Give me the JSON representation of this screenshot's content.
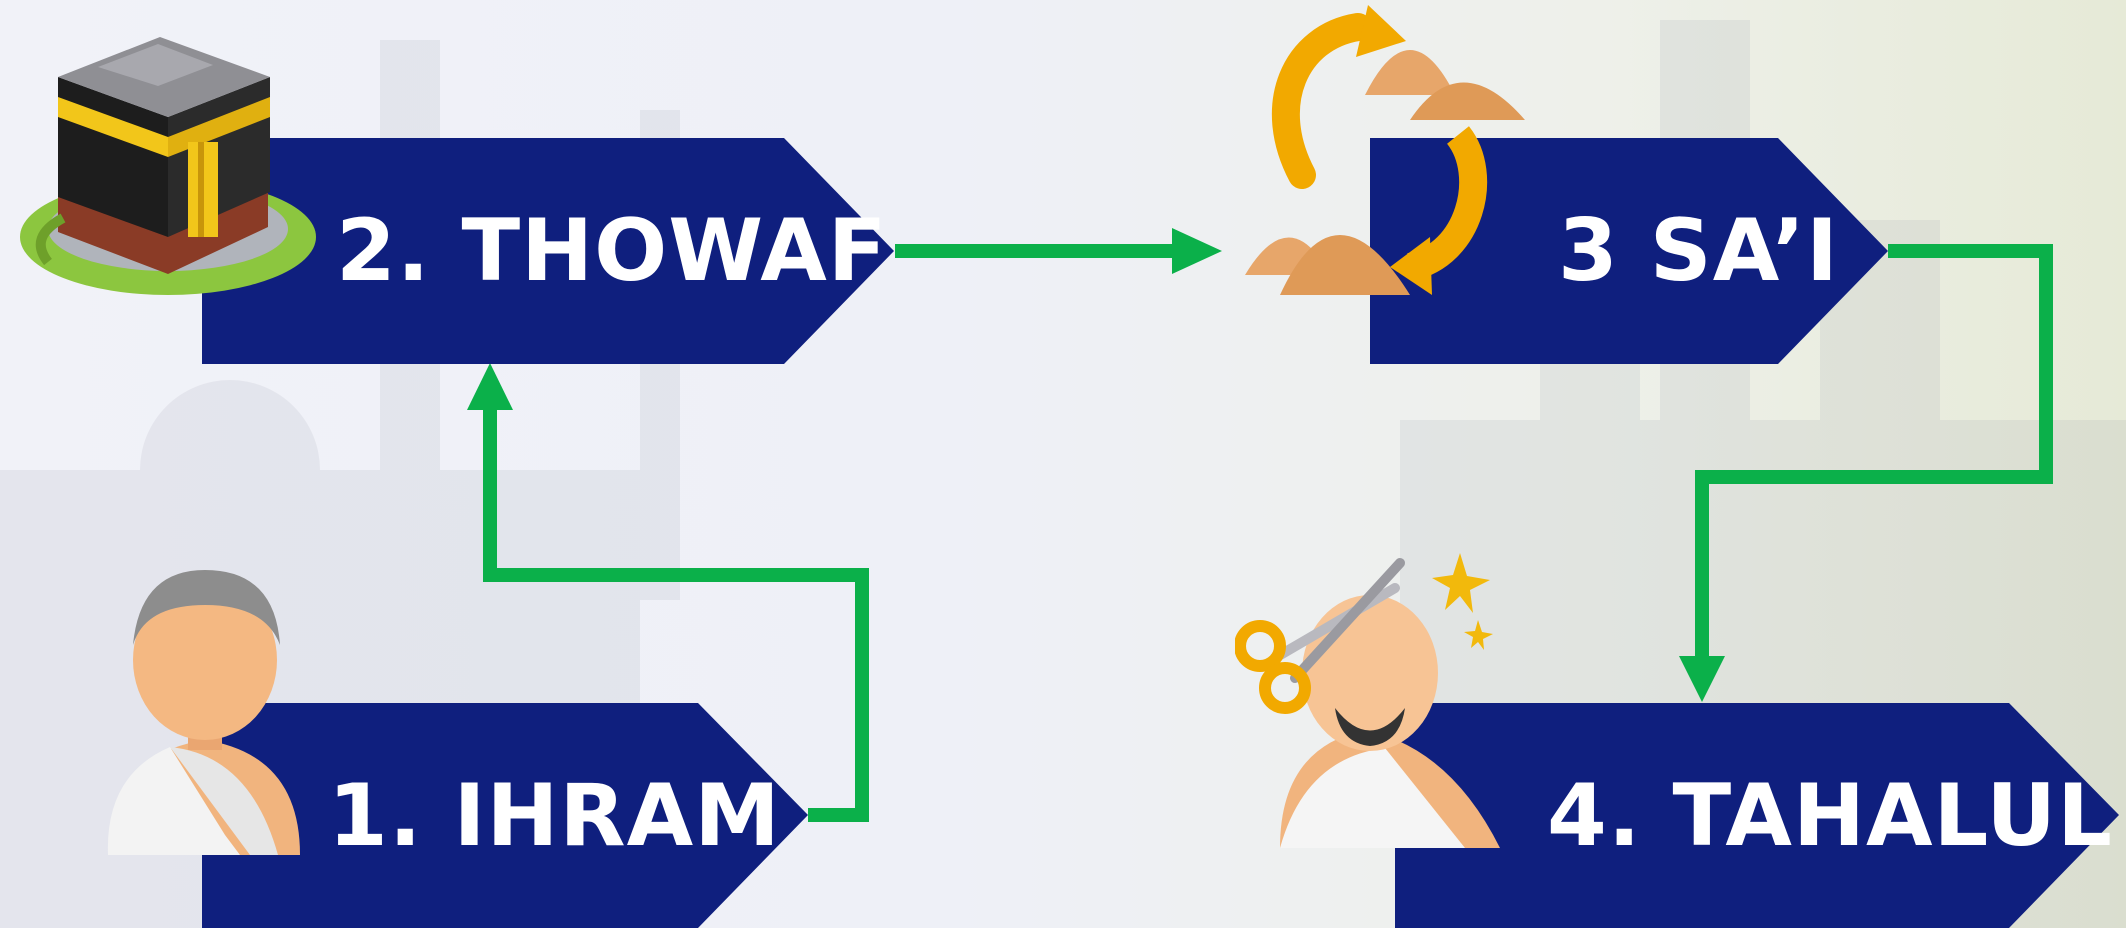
{
  "diagram": {
    "steps": [
      {
        "label": "1. IHRAM",
        "icon": "pilgrim-ihram-icon"
      },
      {
        "label": "2. THOWAF",
        "icon": "kaaba-icon"
      },
      {
        "label": "3 SA’I",
        "icon": "safa-marwah-hills-icon"
      },
      {
        "label": "4. TAHALUL",
        "icon": "hair-cutting-icon"
      }
    ],
    "colors": {
      "step_fill": "#0f1f7e",
      "step_text": "#ffffff",
      "connector": "#0bb04a",
      "kaaba_ring": "#8cc63f",
      "sai_arrows": "#f2a900",
      "hills": "#e0a05a"
    }
  }
}
